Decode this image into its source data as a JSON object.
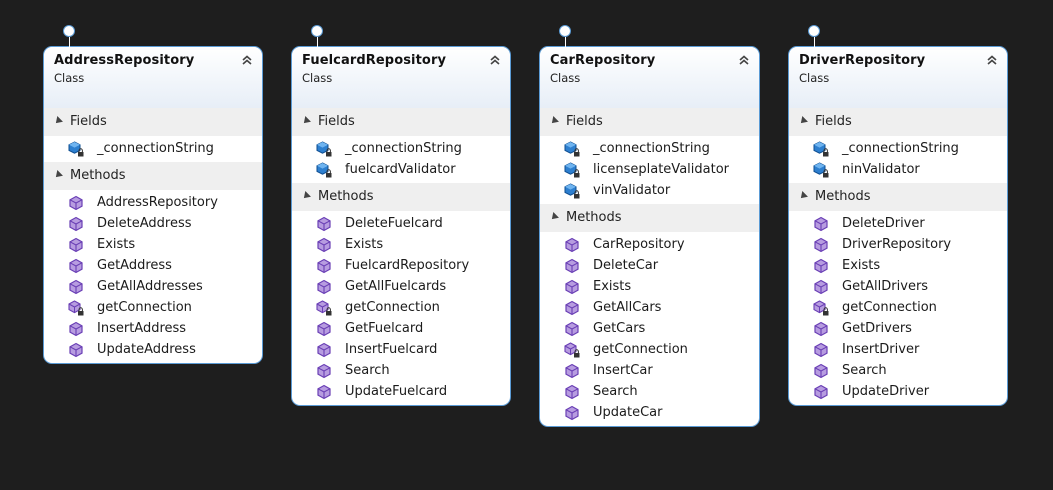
{
  "diagram": {
    "section_labels": {
      "fields": "Fields",
      "methods": "Methods"
    },
    "colors": {
      "background": "#1e1e1e",
      "border": "#5b9bd5",
      "method_icon": "#7e57c2",
      "field_icon": "#1e73be"
    },
    "classes": [
      {
        "name": "AddressRepository",
        "kind": "Class",
        "fields": [
          {
            "name": "_connectionString",
            "icon": "private-field-icon"
          }
        ],
        "methods": [
          {
            "name": "AddressRepository",
            "icon": "method-icon"
          },
          {
            "name": "DeleteAddress",
            "icon": "method-icon"
          },
          {
            "name": "Exists",
            "icon": "method-icon"
          },
          {
            "name": "GetAddress",
            "icon": "method-icon"
          },
          {
            "name": "GetAllAddresses",
            "icon": "method-icon"
          },
          {
            "name": "getConnection",
            "icon": "private-method-icon"
          },
          {
            "name": "InsertAddress",
            "icon": "method-icon"
          },
          {
            "name": "UpdateAddress",
            "icon": "method-icon"
          }
        ]
      },
      {
        "name": "FuelcardRepository",
        "kind": "Class",
        "fields": [
          {
            "name": "_connectionString",
            "icon": "private-field-icon"
          },
          {
            "name": "fuelcardValidator",
            "icon": "private-field-icon"
          }
        ],
        "methods": [
          {
            "name": "DeleteFuelcard",
            "icon": "method-icon"
          },
          {
            "name": "Exists",
            "icon": "method-icon"
          },
          {
            "name": "FuelcardRepository",
            "icon": "method-icon"
          },
          {
            "name": "GetAllFuelcards",
            "icon": "method-icon"
          },
          {
            "name": "getConnection",
            "icon": "private-method-icon"
          },
          {
            "name": "GetFuelcard",
            "icon": "method-icon"
          },
          {
            "name": "InsertFuelcard",
            "icon": "method-icon"
          },
          {
            "name": "Search",
            "icon": "method-icon"
          },
          {
            "name": "UpdateFuelcard",
            "icon": "method-icon"
          }
        ]
      },
      {
        "name": "CarRepository",
        "kind": "Class",
        "fields": [
          {
            "name": "_connectionString",
            "icon": "private-field-icon"
          },
          {
            "name": "licenseplateValidator",
            "icon": "private-field-icon"
          },
          {
            "name": "vinValidator",
            "icon": "private-field-icon"
          }
        ],
        "methods": [
          {
            "name": "CarRepository",
            "icon": "method-icon"
          },
          {
            "name": "DeleteCar",
            "icon": "method-icon"
          },
          {
            "name": "Exists",
            "icon": "method-icon"
          },
          {
            "name": "GetAllCars",
            "icon": "method-icon"
          },
          {
            "name": "GetCars",
            "icon": "method-icon"
          },
          {
            "name": "getConnection",
            "icon": "private-method-icon"
          },
          {
            "name": "InsertCar",
            "icon": "method-icon"
          },
          {
            "name": "Search",
            "icon": "method-icon"
          },
          {
            "name": "UpdateCar",
            "icon": "method-icon"
          }
        ]
      },
      {
        "name": "DriverRepository",
        "kind": "Class",
        "fields": [
          {
            "name": "_connectionString",
            "icon": "private-field-icon"
          },
          {
            "name": "ninValidator",
            "icon": "private-field-icon"
          }
        ],
        "methods": [
          {
            "name": "DeleteDriver",
            "icon": "method-icon"
          },
          {
            "name": "DriverRepository",
            "icon": "method-icon"
          },
          {
            "name": "Exists",
            "icon": "method-icon"
          },
          {
            "name": "GetAllDrivers",
            "icon": "method-icon"
          },
          {
            "name": "getConnection",
            "icon": "private-method-icon"
          },
          {
            "name": "GetDrivers",
            "icon": "method-icon"
          },
          {
            "name": "InsertDriver",
            "icon": "method-icon"
          },
          {
            "name": "Search",
            "icon": "method-icon"
          },
          {
            "name": "UpdateDriver",
            "icon": "method-icon"
          }
        ]
      }
    ]
  }
}
